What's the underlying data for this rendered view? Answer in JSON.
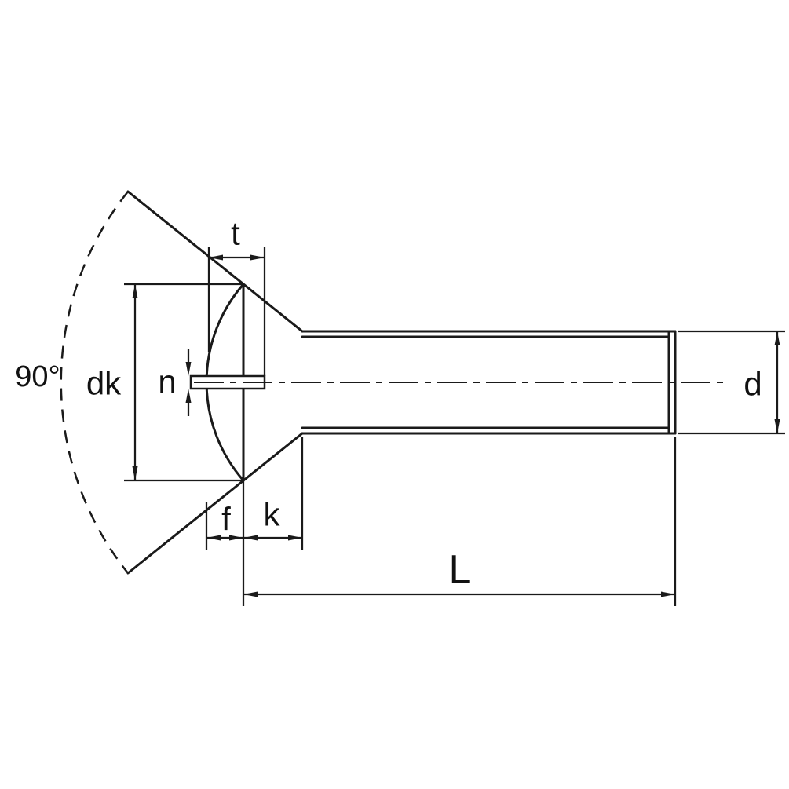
{
  "diagram": {
    "labels": {
      "countersink_angle": "90°",
      "head_diameter": "dk",
      "slot_depth": "t",
      "slot_width": "n",
      "raised_height": "f",
      "head_height": "k",
      "length": "L",
      "thread_diameter": "d"
    },
    "colors": {
      "line": "#1a1a1a",
      "background": "#ffffff"
    }
  }
}
